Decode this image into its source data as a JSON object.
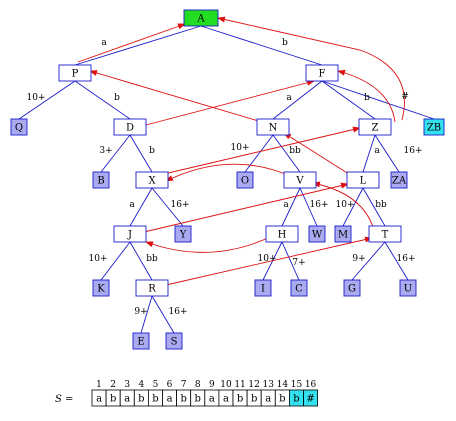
{
  "colors": {
    "node_outline": "#1a1acc",
    "tree_edge": "#1a1acc",
    "link_edge": "#dd1111",
    "internal_fill": "#ffffff",
    "leaf_fill": "#aaaaf0",
    "root_fill": "#22dd22",
    "special_fill": "#33e0ee"
  },
  "nodes": [
    {
      "id": "A",
      "label": "A",
      "kind": "root"
    },
    {
      "id": "P",
      "label": "P",
      "kind": "internal"
    },
    {
      "id": "F",
      "label": "F",
      "kind": "internal"
    },
    {
      "id": "Q",
      "label": "Q",
      "kind": "leaf"
    },
    {
      "id": "D",
      "label": "D",
      "kind": "internal"
    },
    {
      "id": "N",
      "label": "N",
      "kind": "internal"
    },
    {
      "id": "Z",
      "label": "Z",
      "kind": "internal"
    },
    {
      "id": "ZB",
      "label": "ZB",
      "kind": "special"
    },
    {
      "id": "B",
      "label": "B",
      "kind": "leaf"
    },
    {
      "id": "X",
      "label": "X",
      "kind": "internal"
    },
    {
      "id": "O",
      "label": "O",
      "kind": "leaf"
    },
    {
      "id": "V",
      "label": "V",
      "kind": "internal"
    },
    {
      "id": "L",
      "label": "L",
      "kind": "internal"
    },
    {
      "id": "ZA",
      "label": "ZA",
      "kind": "leaf"
    },
    {
      "id": "J",
      "label": "J",
      "kind": "internal"
    },
    {
      "id": "Y",
      "label": "Y",
      "kind": "leaf"
    },
    {
      "id": "H",
      "label": "H",
      "kind": "internal"
    },
    {
      "id": "W",
      "label": "W",
      "kind": "leaf"
    },
    {
      "id": "M",
      "label": "M",
      "kind": "leaf"
    },
    {
      "id": "T",
      "label": "T",
      "kind": "internal"
    },
    {
      "id": "K",
      "label": "K",
      "kind": "leaf"
    },
    {
      "id": "R",
      "label": "R",
      "kind": "internal"
    },
    {
      "id": "I",
      "label": "I",
      "kind": "leaf"
    },
    {
      "id": "C",
      "label": "C",
      "kind": "leaf"
    },
    {
      "id": "G",
      "label": "G",
      "kind": "leaf"
    },
    {
      "id": "U",
      "label": "U",
      "kind": "leaf"
    },
    {
      "id": "E",
      "label": "E",
      "kind": "leaf"
    },
    {
      "id": "S",
      "label": "S",
      "kind": "leaf"
    }
  ],
  "tree_edges": [
    {
      "from": "A",
      "to": "P",
      "label": "a"
    },
    {
      "from": "A",
      "to": "F",
      "label": "b"
    },
    {
      "from": "P",
      "to": "Q",
      "label": "10+"
    },
    {
      "from": "P",
      "to": "D",
      "label": "b"
    },
    {
      "from": "F",
      "to": "N",
      "label": "a"
    },
    {
      "from": "F",
      "to": "Z",
      "label": "b"
    },
    {
      "from": "F",
      "to": "ZB",
      "label": "#"
    },
    {
      "from": "D",
      "to": "B",
      "label": "3+"
    },
    {
      "from": "D",
      "to": "X",
      "label": "b"
    },
    {
      "from": "N",
      "to": "O",
      "label": "10+"
    },
    {
      "from": "N",
      "to": "V",
      "label": "bb"
    },
    {
      "from": "Z",
      "to": "L",
      "label": "a"
    },
    {
      "from": "Z",
      "to": "ZA",
      "label": "16+"
    },
    {
      "from": "X",
      "to": "J",
      "label": "a"
    },
    {
      "from": "X",
      "to": "Y",
      "label": "16+"
    },
    {
      "from": "V",
      "to": "H",
      "label": "a"
    },
    {
      "from": "V",
      "to": "W",
      "label": "16+"
    },
    {
      "from": "L",
      "to": "M",
      "label": "10+"
    },
    {
      "from": "L",
      "to": "T",
      "label": "bb"
    },
    {
      "from": "J",
      "to": "K",
      "label": "10+"
    },
    {
      "from": "J",
      "to": "R",
      "label": "bb"
    },
    {
      "from": "H",
      "to": "I",
      "label": "10+"
    },
    {
      "from": "H",
      "to": "C",
      "label": "7+"
    },
    {
      "from": "T",
      "to": "G",
      "label": "9+"
    },
    {
      "from": "T",
      "to": "U",
      "label": "16+"
    },
    {
      "from": "R",
      "to": "E",
      "label": "9+"
    },
    {
      "from": "R",
      "to": "S",
      "label": "16+"
    }
  ],
  "suffix_links": [
    {
      "from": "P",
      "to": "A"
    },
    {
      "from": "F",
      "to": "A"
    },
    {
      "from": "N",
      "to": "P"
    },
    {
      "from": "Z",
      "to": "F"
    },
    {
      "from": "D",
      "to": "F"
    },
    {
      "from": "X",
      "to": "Z"
    },
    {
      "from": "V",
      "to": "X"
    },
    {
      "from": "L",
      "to": "N"
    },
    {
      "from": "J",
      "to": "L"
    },
    {
      "from": "H",
      "to": "J"
    },
    {
      "from": "T",
      "to": "V"
    },
    {
      "from": "R",
      "to": "T"
    }
  ],
  "string": {
    "label": "S =",
    "indices": [
      "1",
      "2",
      "3",
      "4",
      "5",
      "6",
      "7",
      "8",
      "9",
      "10",
      "11",
      "12",
      "13",
      "14",
      "15",
      "16"
    ],
    "chars": [
      "a",
      "b",
      "a",
      "b",
      "b",
      "a",
      "b",
      "b",
      "a",
      "a",
      "b",
      "b",
      "a",
      "b",
      "b",
      "#"
    ],
    "highlight_from": 15
  }
}
